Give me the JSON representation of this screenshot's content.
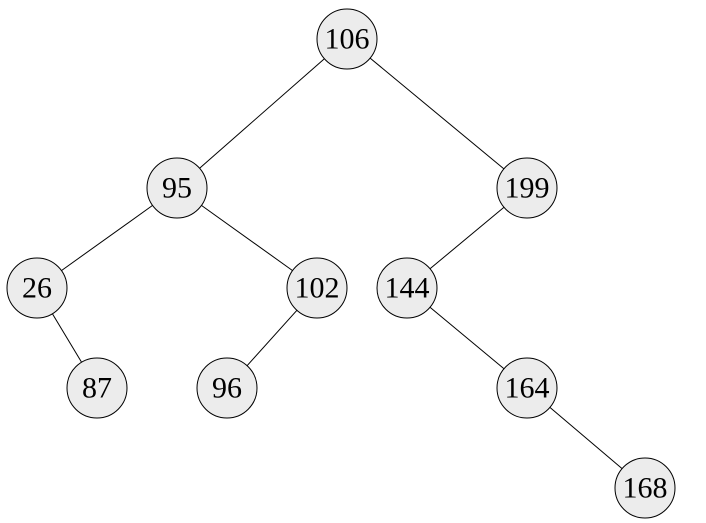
{
  "tree": {
    "nodes": [
      {
        "id": "n106",
        "label": "106"
      },
      {
        "id": "n95",
        "label": "95"
      },
      {
        "id": "n199",
        "label": "199"
      },
      {
        "id": "n26",
        "label": "26"
      },
      {
        "id": "n102",
        "label": "102"
      },
      {
        "id": "n144",
        "label": "144"
      },
      {
        "id": "n87",
        "label": "87"
      },
      {
        "id": "n96",
        "label": "96"
      },
      {
        "id": "n164",
        "label": "164"
      },
      {
        "id": "n168",
        "label": "168"
      }
    ],
    "edges": [
      {
        "from": "n106",
        "to": "n95"
      },
      {
        "from": "n106",
        "to": "n199"
      },
      {
        "from": "n95",
        "to": "n26"
      },
      {
        "from": "n95",
        "to": "n102"
      },
      {
        "from": "n199",
        "to": "n144"
      },
      {
        "from": "n26",
        "to": "n87"
      },
      {
        "from": "n102",
        "to": "n96"
      },
      {
        "from": "n144",
        "to": "n164"
      },
      {
        "from": "n164",
        "to": "n168"
      }
    ]
  }
}
